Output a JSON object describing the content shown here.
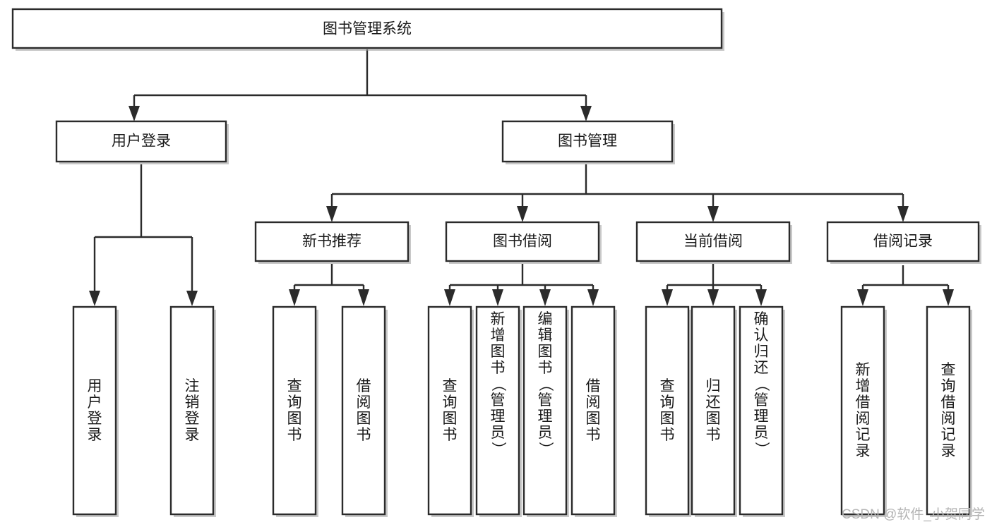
{
  "diagram": {
    "type": "tree",
    "title": "图书管理系统",
    "watermark": "CSDN @软件_小贺同学",
    "root": {
      "id": "root",
      "label": "图书管理系统",
      "orientation": "horizontal"
    },
    "level2": [
      {
        "id": "user-login",
        "label": "用户登录",
        "orientation": "horizontal"
      },
      {
        "id": "book-manage",
        "label": "图书管理",
        "orientation": "horizontal"
      }
    ],
    "level3": [
      {
        "id": "new-book-rec",
        "label": "新书推荐",
        "parent": "book-manage",
        "orientation": "horizontal"
      },
      {
        "id": "book-borrow",
        "label": "图书借阅",
        "parent": "book-manage",
        "orientation": "horizontal"
      },
      {
        "id": "current-borrow",
        "label": "当前借阅",
        "parent": "book-manage",
        "orientation": "horizontal"
      },
      {
        "id": "borrow-record",
        "label": "借阅记录",
        "parent": "book-manage",
        "orientation": "horizontal"
      }
    ],
    "leaves": [
      {
        "id": "leaf-user-login",
        "label": "用户登录",
        "parent": "user-login",
        "orientation": "vertical"
      },
      {
        "id": "leaf-logout-login",
        "label": "注销登录",
        "parent": "user-login",
        "orientation": "vertical"
      },
      {
        "id": "leaf-query-book-1",
        "label": "查询图书",
        "parent": "new-book-rec",
        "orientation": "vertical"
      },
      {
        "id": "leaf-borrow-book-1",
        "label": "借阅图书",
        "parent": "new-book-rec",
        "orientation": "vertical"
      },
      {
        "id": "leaf-query-book-2",
        "label": "查询图书",
        "parent": "book-borrow",
        "orientation": "vertical"
      },
      {
        "id": "leaf-add-book",
        "label": "新增图书（管理员）",
        "parent": "book-borrow",
        "orientation": "vertical"
      },
      {
        "id": "leaf-edit-book",
        "label": "编辑图书（管理员）",
        "parent": "book-borrow",
        "orientation": "vertical"
      },
      {
        "id": "leaf-borrow-book-2",
        "label": "借阅图书",
        "parent": "book-borrow",
        "orientation": "vertical"
      },
      {
        "id": "leaf-query-book-3",
        "label": "查询图书",
        "parent": "current-borrow",
        "orientation": "vertical"
      },
      {
        "id": "leaf-return-book",
        "label": "归还图书",
        "parent": "current-borrow",
        "orientation": "vertical"
      },
      {
        "id": "leaf-confirm-return",
        "label": "确认归还（管理员）",
        "parent": "current-borrow",
        "orientation": "vertical"
      },
      {
        "id": "leaf-add-record",
        "label": "新增借阅记录",
        "parent": "borrow-record",
        "orientation": "vertical"
      },
      {
        "id": "leaf-query-record",
        "label": "查询借阅记录",
        "parent": "borrow-record",
        "orientation": "vertical"
      }
    ],
    "colors": {
      "stroke": "#2b2b2b",
      "fill": "#ffffff",
      "text": "#1a1a1a",
      "watermark": "#b4b4b4"
    }
  }
}
